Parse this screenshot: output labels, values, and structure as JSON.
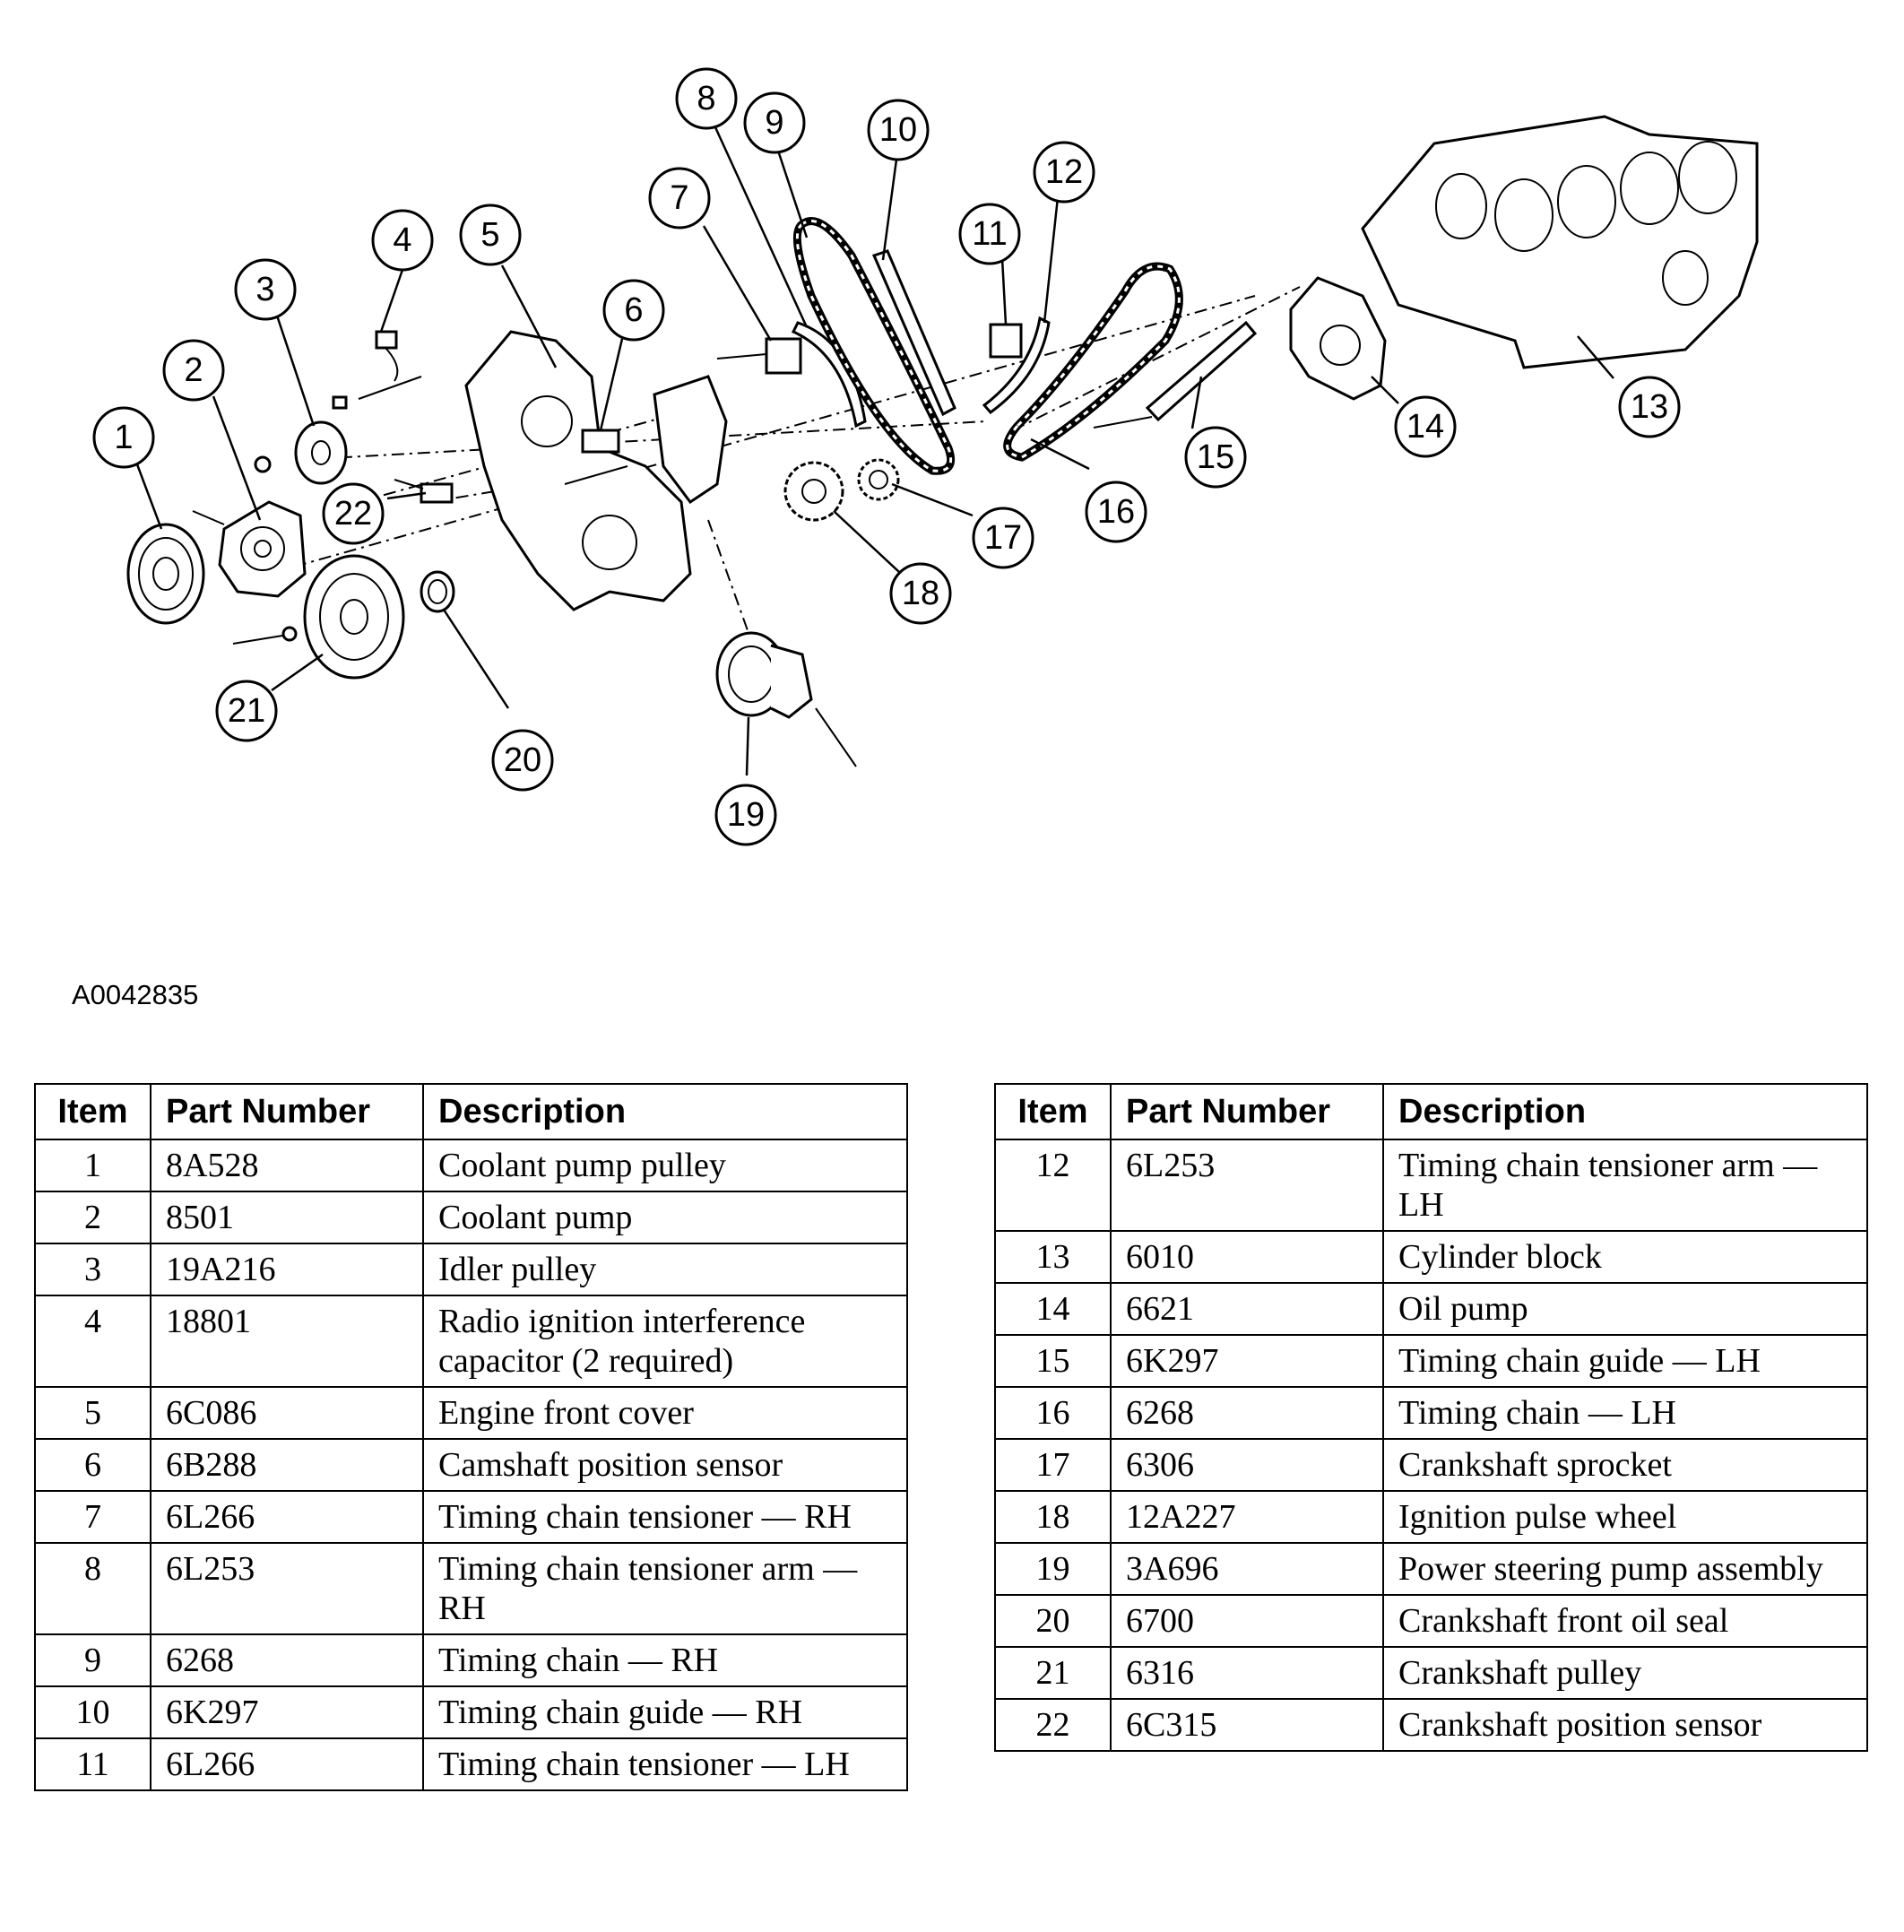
{
  "figure": {
    "code": "A0042835"
  },
  "callouts": [
    "1",
    "2",
    "3",
    "4",
    "5",
    "6",
    "7",
    "8",
    "9",
    "10",
    "11",
    "12",
    "13",
    "14",
    "15",
    "16",
    "17",
    "18",
    "19",
    "20",
    "21",
    "22"
  ],
  "table": {
    "headers": {
      "item": "Item",
      "part_number": "Part Number",
      "description": "Description"
    },
    "left_rows": [
      {
        "item": "1",
        "part_number": "8A528",
        "description": "Coolant pump pulley"
      },
      {
        "item": "2",
        "part_number": "8501",
        "description": "Coolant pump"
      },
      {
        "item": "3",
        "part_number": "19A216",
        "description": "Idler pulley"
      },
      {
        "item": "4",
        "part_number": "18801",
        "description": "Radio ignition interference capacitor (2 required)"
      },
      {
        "item": "5",
        "part_number": "6C086",
        "description": "Engine front cover"
      },
      {
        "item": "6",
        "part_number": "6B288",
        "description": "Camshaft position sensor"
      },
      {
        "item": "7",
        "part_number": "6L266",
        "description": "Timing chain tensioner — RH"
      },
      {
        "item": "8",
        "part_number": "6L253",
        "description": "Timing chain tensioner arm — RH"
      },
      {
        "item": "9",
        "part_number": "6268",
        "description": "Timing chain — RH"
      },
      {
        "item": "10",
        "part_number": "6K297",
        "description": "Timing chain guide — RH"
      },
      {
        "item": "11",
        "part_number": "6L266",
        "description": "Timing chain tensioner — LH"
      }
    ],
    "right_rows": [
      {
        "item": "12",
        "part_number": "6L253",
        "description": "Timing chain tensioner arm — LH"
      },
      {
        "item": "13",
        "part_number": "6010",
        "description": "Cylinder block"
      },
      {
        "item": "14",
        "part_number": "6621",
        "description": "Oil pump"
      },
      {
        "item": "15",
        "part_number": "6K297",
        "description": "Timing chain guide — LH"
      },
      {
        "item": "16",
        "part_number": "6268",
        "description": "Timing chain — LH"
      },
      {
        "item": "17",
        "part_number": "6306",
        "description": "Crankshaft sprocket"
      },
      {
        "item": "18",
        "part_number": "12A227",
        "description": "Ignition pulse wheel"
      },
      {
        "item": "19",
        "part_number": "3A696",
        "description": "Power steering pump assembly"
      },
      {
        "item": "20",
        "part_number": "6700",
        "description": "Crankshaft front oil seal"
      },
      {
        "item": "21",
        "part_number": "6316",
        "description": "Crankshaft pulley"
      },
      {
        "item": "22",
        "part_number": "6C315",
        "description": "Crankshaft position sensor"
      }
    ]
  }
}
